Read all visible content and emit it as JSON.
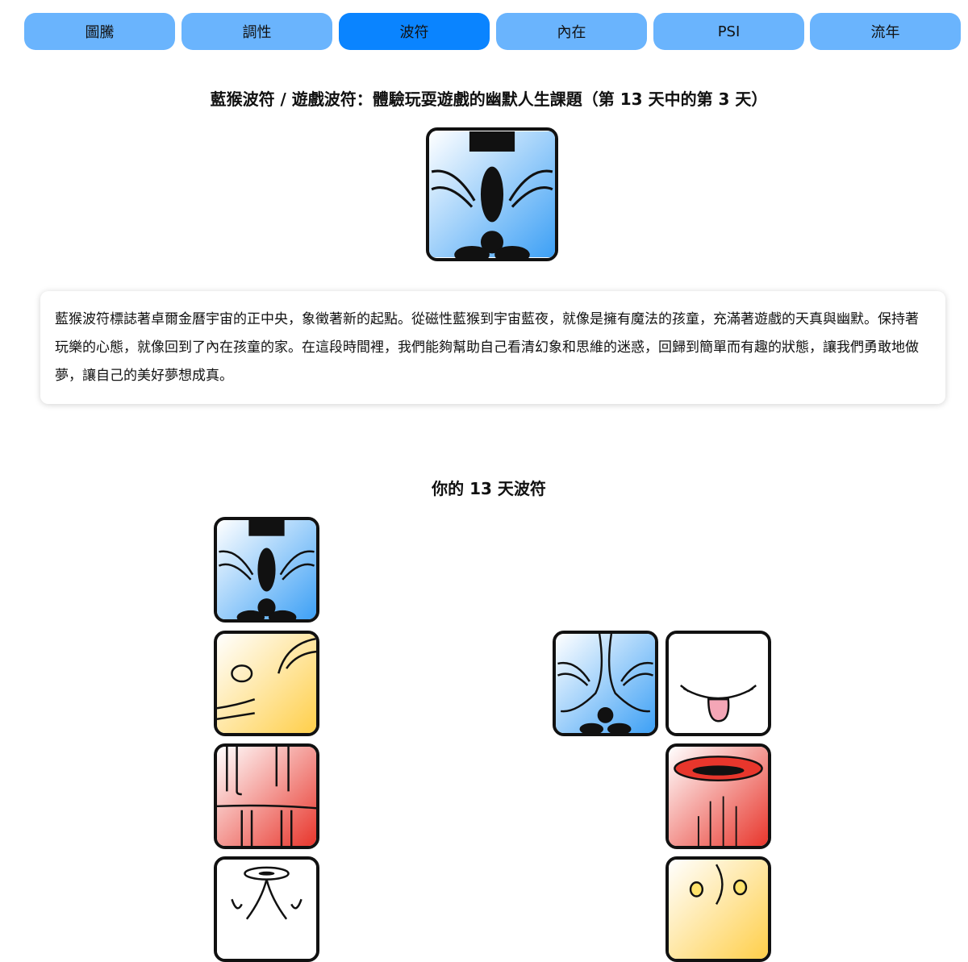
{
  "tabs": [
    {
      "label": "圖騰"
    },
    {
      "label": "調性"
    },
    {
      "label": "波符",
      "active": true
    },
    {
      "label": "內在"
    },
    {
      "label": "PSI"
    },
    {
      "label": "流年"
    }
  ],
  "wavespell": {
    "title": "藍猴波符 / 遊戲波符：體驗玩耍遊戲的幽默人生課題（第 13 天中的第 3 天）",
    "main_glyph": "blue-monkey-glyph-icon",
    "description": "藍猴波符標誌著卓爾金曆宇宙的正中央，象徵著新的起點。從磁性藍猴到宇宙藍夜，就像是擁有魔法的孩童，充滿著遊戲的天真與幽默。保持著玩樂的心態，就像回到了內在孩童的家。在這段時間裡，我們能夠幫助自己看清幻象和思維的迷惑，回歸到簡單而有趣的狀態，讓我們勇敢地做夢，讓自己的美好夢想成真。"
  },
  "thirteen": {
    "title": "你的 13 天波符",
    "left_column": [
      "blue-monkey-glyph-icon",
      "yellow-human-glyph-icon",
      "red-skywalker-glyph-icon",
      "white-wizard-glyph-icon"
    ],
    "right_column": [
      "blue-night-glyph-icon",
      "white-wind-glyph-icon",
      "red-dragon-glyph-icon",
      "yellow-seed-glyph-icon"
    ]
  },
  "colors": {
    "tab": "#6ab4fd",
    "tab_active": "#0a84ff",
    "blue": "#4aa8f5",
    "yellow": "#ffd35a",
    "red": "#e8362c"
  }
}
